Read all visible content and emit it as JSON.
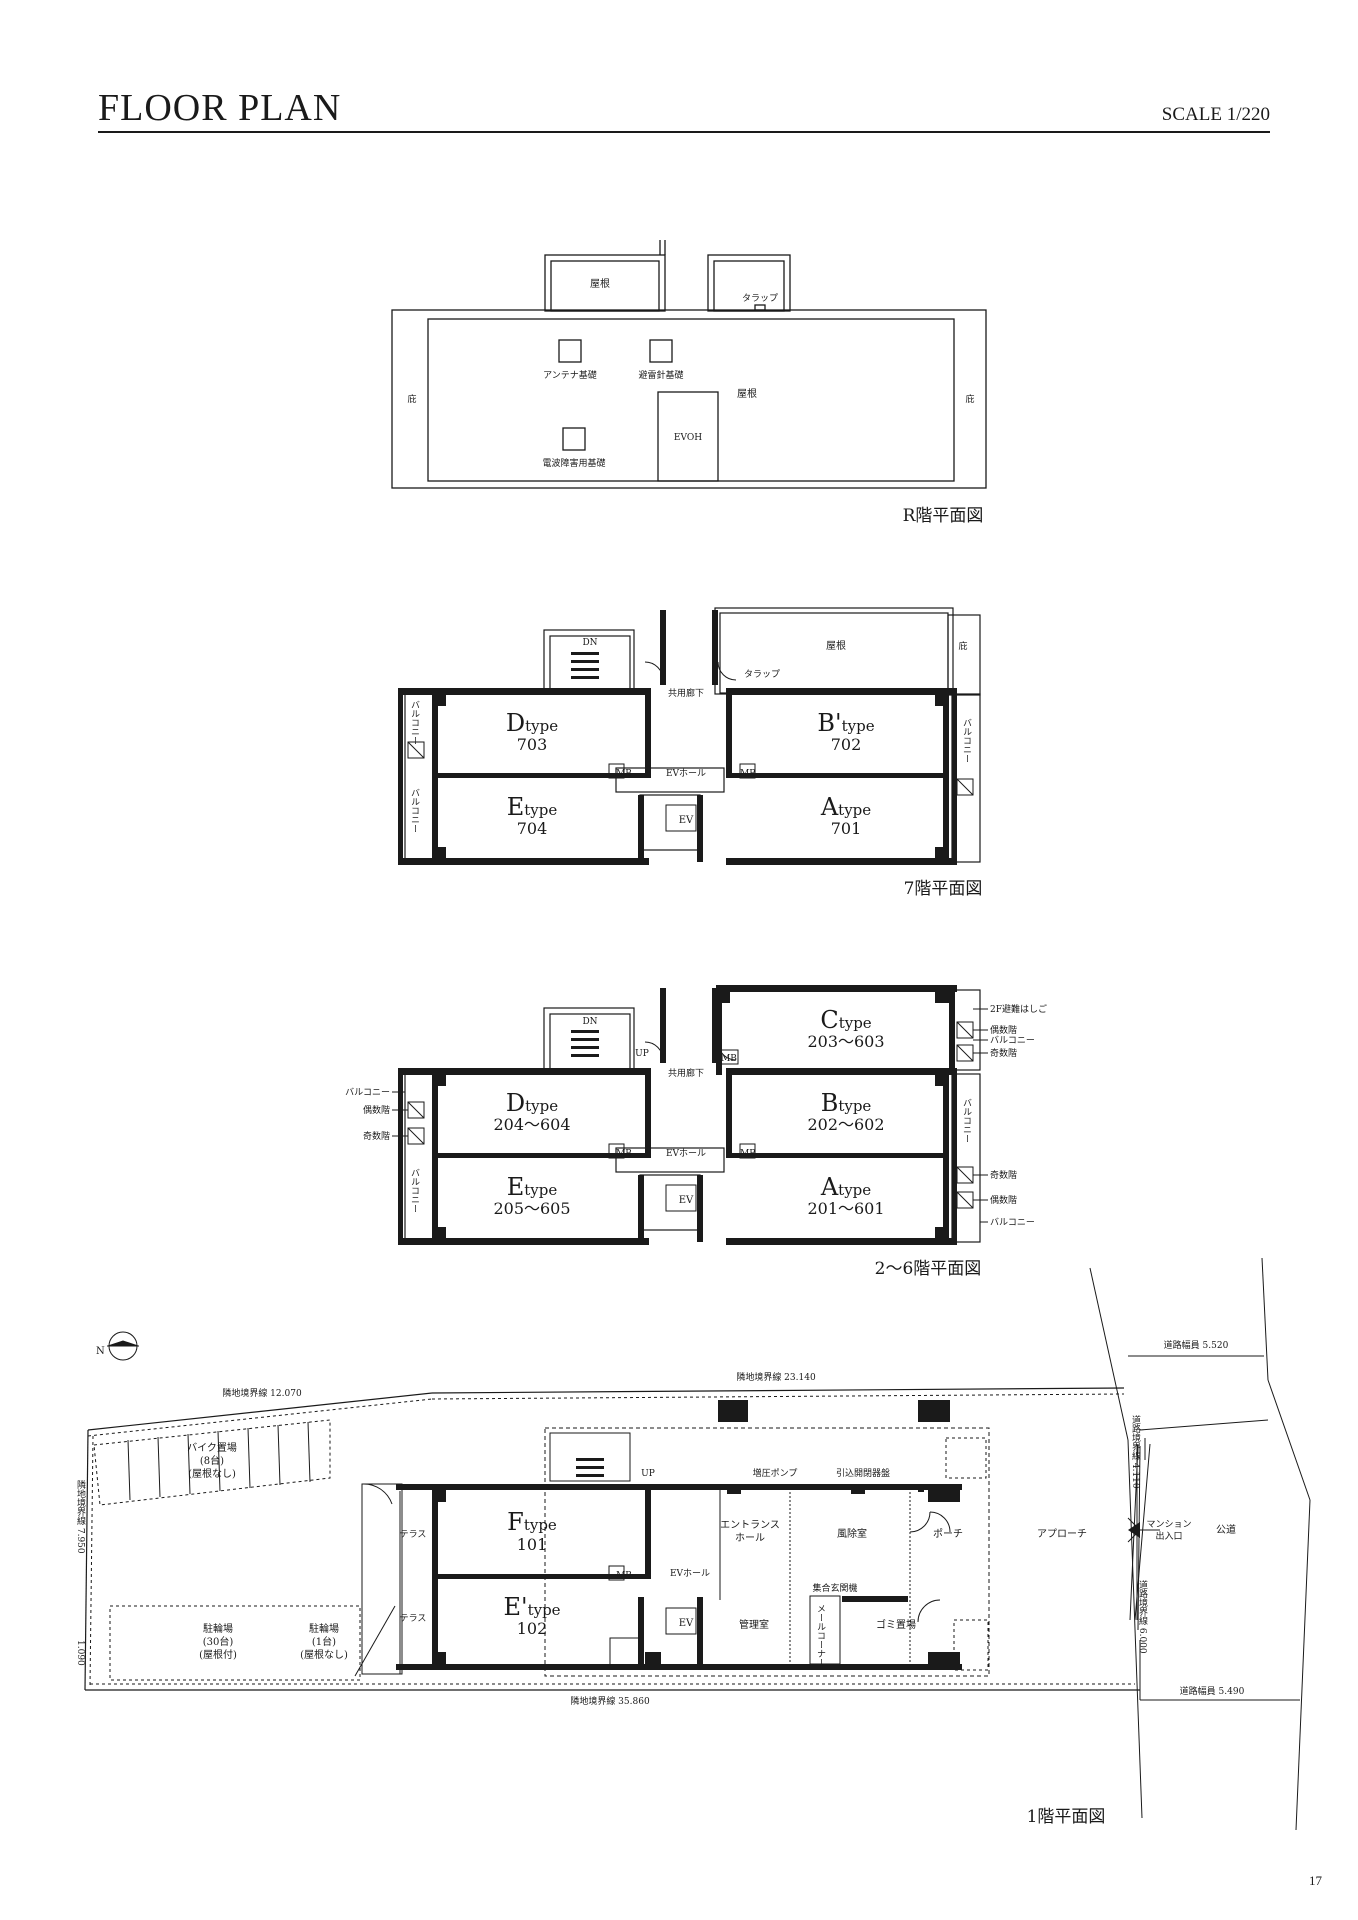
{
  "header": {
    "title": "FLOOR PLAN",
    "scale": "SCALE 1/220",
    "page_number": "17"
  },
  "roof_floor": {
    "caption": "R階平面図",
    "labels": {
      "roof_top": "屋根",
      "roof_main": "屋根",
      "eave_left": "庇",
      "eave_right": "庇",
      "antenna_base": "アンテナ基礎",
      "lightning_rod_base": "避雷針基礎",
      "radio_interference_base": "電波障害用基礎",
      "evoh": "EVOH",
      "trap": "タラップ"
    }
  },
  "floor7": {
    "caption": "7階平面図",
    "labels": {
      "roof": "屋根",
      "eave": "庇",
      "trap": "タラップ",
      "corridor": "共用廊下",
      "ev_hall": "EVホール",
      "ev": "EV",
      "mb": "MB",
      "dn": "DN",
      "balcony": "バルコニー"
    },
    "units": [
      {
        "type_letter": "D",
        "type_suffix": "type",
        "number": "703"
      },
      {
        "type_letter": "B'",
        "type_suffix": "type",
        "number": "702"
      },
      {
        "type_letter": "E",
        "type_suffix": "type",
        "number": "704"
      },
      {
        "type_letter": "A",
        "type_suffix": "type",
        "number": "701"
      }
    ]
  },
  "floor2to6": {
    "caption": "2〜6階平面図",
    "labels": {
      "corridor": "共用廊下",
      "ev_hall": "EVホール",
      "ev": "EV",
      "mb": "MB",
      "dn": "DN",
      "up": "UP",
      "balcony": "バルコニー",
      "even_floor": "偶数階",
      "odd_floor": "奇数階",
      "escape_ladder": "2F避難はしご"
    },
    "units": [
      {
        "type_letter": "C",
        "type_suffix": "type",
        "number": "203〜603"
      },
      {
        "type_letter": "D",
        "type_suffix": "type",
        "number": "204〜604"
      },
      {
        "type_letter": "B",
        "type_suffix": "type",
        "number": "202〜602"
      },
      {
        "type_letter": "E",
        "type_suffix": "type",
        "number": "205〜605"
      },
      {
        "type_letter": "A",
        "type_suffix": "type",
        "number": "201〜601"
      }
    ]
  },
  "floor1": {
    "caption": "1階平面図",
    "north": "N",
    "labels": {
      "boundary_top_left": "隣地境界線 12.070",
      "boundary_top_right": "隣地境界線 23.140",
      "boundary_left": "隣地境界線 7.950",
      "boundary_bottom": "隣地境界線 35.860",
      "boundary_corner": "1.090",
      "road_boundary_1": "道路境界線 4.110",
      "road_boundary_2": "道路境界線 6.000",
      "road_width_top": "道路幅員 5.520",
      "road_width_bottom": "道路幅員 5.490",
      "bike_parking_l1": "バイク置場",
      "bike_parking_l2": "(8台)",
      "bike_parking_l3": "(屋根なし)",
      "bicycle_parking_a_l1": "駐輪場",
      "bicycle_parking_a_l2": "(30台)",
      "bicycle_parking_a_l3": "(屋根付)",
      "bicycle_parking_b_l1": "駐輪場",
      "bicycle_parking_b_l2": "(1台)",
      "bicycle_parking_b_l3": "(屋根なし)",
      "terrace": "テラス",
      "up": "UP",
      "booster_pump": "増圧ポンプ",
      "switchgear": "引込開閉器盤",
      "entrance_l1": "エントランス",
      "entrance_l2": "ホール",
      "windbreak_room": "風除室",
      "porch": "ポーチ",
      "approach": "アプローチ",
      "mansion_entrance_l1": "マンション",
      "mansion_entrance_l2": "出入口",
      "public_road": "公道",
      "ev_hall": "EVホール",
      "ev": "EV",
      "mb": "MB",
      "management_room": "管理室",
      "garbage": "ゴミ置場",
      "mailbox": "集合玄関機",
      "mail_corner": "メールコーナー"
    },
    "units": [
      {
        "type_letter": "F",
        "type_suffix": "type",
        "number": "101"
      },
      {
        "type_letter": "E'",
        "type_suffix": "type",
        "number": "102"
      }
    ]
  }
}
